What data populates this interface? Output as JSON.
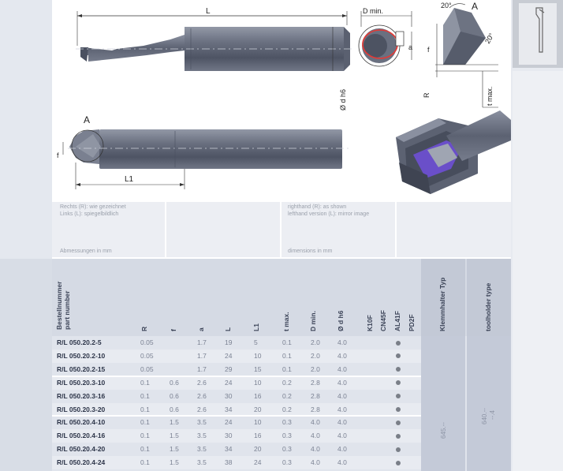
{
  "drawing": {
    "labels": {
      "L": "L",
      "d_min": "D min.",
      "angle_top": "20°",
      "angle_side": "20°",
      "view_a_top": "A",
      "view_a_bottom": "A",
      "a": "a",
      "f_side": "f",
      "f_bottom": "f",
      "R": "R",
      "t_max": "t max.",
      "d_h6": "Ø d h6",
      "L1": "L1"
    }
  },
  "captions": {
    "de_line1": "Rechts (R): wie gezeichnet",
    "de_line2": "Links (L): spiegelbildlich",
    "en_line1": "righthand (R): as shown",
    "en_line2": "lefthand version (L): mirror image",
    "de_dims": "Abmessungen in mm",
    "en_dims": "dimensions in mm"
  },
  "table": {
    "part_header_de": "Bestellnummer",
    "part_header_en": "part number",
    "columns": [
      "R",
      "f",
      "a",
      "L",
      "L1",
      "t max.",
      "D min.",
      "Ø d h6"
    ],
    "grades": [
      "K10F",
      "CN45F",
      "AL41F",
      "PD2F"
    ],
    "holder_header_de": "Klemmhalter Typ",
    "holder_header_en": "toolholder type",
    "rows": [
      {
        "part": "R/L 050.20.2-5",
        "R": "0.05",
        "f": "",
        "a": "1.7",
        "L": "19",
        "L1": "5",
        "t": "0.1",
        "D": "2.0",
        "d": "4.0"
      },
      {
        "part": "R/L 050.20.2-10",
        "R": "0.05",
        "f": "",
        "a": "1.7",
        "L": "24",
        "L1": "10",
        "t": "0.1",
        "D": "2.0",
        "d": "4.0"
      },
      {
        "part": "R/L 050.20.2-15",
        "R": "0.05",
        "f": "",
        "a": "1.7",
        "L": "29",
        "L1": "15",
        "t": "0.1",
        "D": "2.0",
        "d": "4.0"
      },
      {
        "part": "R/L 050.20.3-10",
        "R": "0.1",
        "f": "0.6",
        "a": "2.6",
        "L": "24",
        "L1": "10",
        "t": "0.2",
        "D": "2.8",
        "d": "4.0"
      },
      {
        "part": "R/L 050.20.3-16",
        "R": "0.1",
        "f": "0.6",
        "a": "2.6",
        "L": "30",
        "L1": "16",
        "t": "0.2",
        "D": "2.8",
        "d": "4.0"
      },
      {
        "part": "R/L 050.20.3-20",
        "R": "0.1",
        "f": "0.6",
        "a": "2.6",
        "L": "34",
        "L1": "20",
        "t": "0.2",
        "D": "2.8",
        "d": "4.0"
      },
      {
        "part": "R/L 050.20.4-10",
        "R": "0.1",
        "f": "1.5",
        "a": "3.5",
        "L": "24",
        "L1": "10",
        "t": "0.3",
        "D": "4.0",
        "d": "4.0"
      },
      {
        "part": "R/L 050.20.4-16",
        "R": "0.1",
        "f": "1.5",
        "a": "3.5",
        "L": "30",
        "L1": "16",
        "t": "0.3",
        "D": "4.0",
        "d": "4.0"
      },
      {
        "part": "R/L 050.20.4-20",
        "R": "0.1",
        "f": "1.5",
        "a": "3.5",
        "L": "34",
        "L1": "20",
        "t": "0.3",
        "D": "4.0",
        "d": "4.0"
      },
      {
        "part": "R/L 050.20.4-24",
        "R": "0.1",
        "f": "1.5",
        "a": "3.5",
        "L": "38",
        "L1": "24",
        "t": "0.3",
        "D": "4.0",
        "d": "4.0"
      }
    ],
    "holder_values": {
      "klemmhalter": "645.--",
      "toolholder_line1": "640.--",
      "toolholder_line2": "--.4"
    }
  },
  "colors": {
    "tool_body": "#5d6373",
    "tool_highlight": "#8b91a0",
    "purple_insert": "#6a4fc9",
    "red_circle": "#e53935"
  }
}
